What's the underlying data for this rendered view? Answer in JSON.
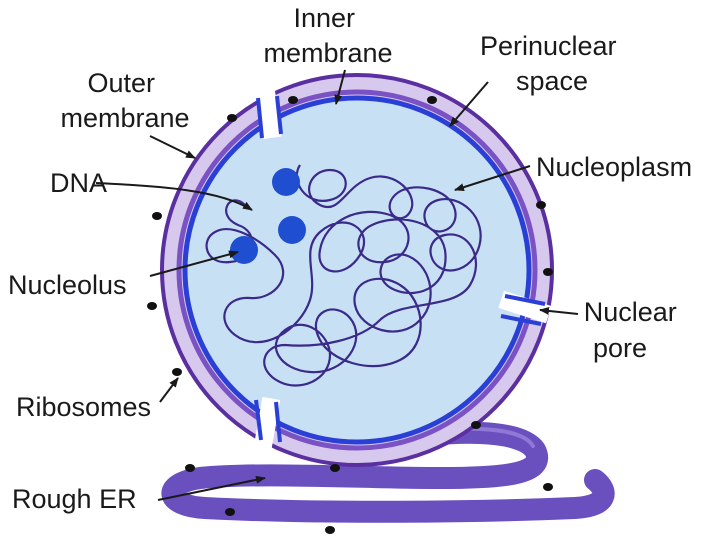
{
  "labels": {
    "inner_membrane": [
      "Inner",
      "membrane"
    ],
    "outer_membrane": [
      "Outer",
      "membrane"
    ],
    "perinuclear_space": [
      "Perinuclear",
      "space"
    ],
    "nucleoplasm": "Nucleoplasm",
    "dna": "DNA",
    "nucleolus": "Nucleolus",
    "nuclear_pore": [
      "Nuclear",
      "pore"
    ],
    "ribosomes": "Ribosomes",
    "rough_er": "Rough ER"
  },
  "colors": {
    "outer_membrane": "#5a2fa0",
    "perinuclear_space": "#d7c9ee",
    "inner_membrane": "#2a3fd6",
    "nucleoplasm": "#c8e0f4",
    "nucleolus": "#1f4fd0",
    "dna": "#3a2a8a",
    "rough_er": "#6a4fbf",
    "ribosome": "#111111",
    "text": "#1a1a1a"
  }
}
